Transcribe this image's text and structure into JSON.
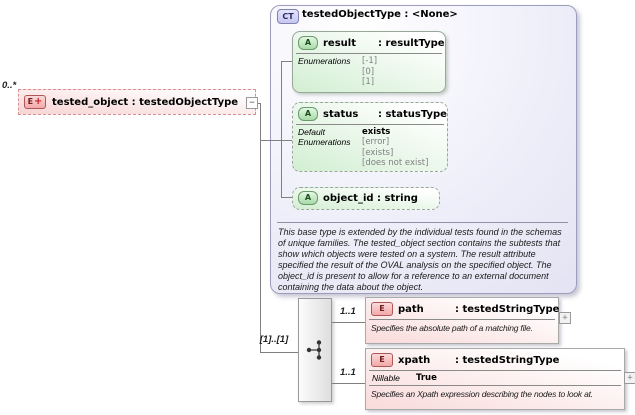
{
  "colors": {
    "element_fill": "#f8d6d6",
    "element_dashed_border": "#d89090",
    "attribute_fill": "#d2eed2",
    "attribute_border": "#98a898",
    "complex_type_fill": "#e9e9f7",
    "complex_type_border": "#9c9cbe",
    "badge_element_bg": "#f2a8a8",
    "badge_attribute_bg": "#a8dba8",
    "badge_complextype_bg": "#c6c6f0",
    "enum_value_text": "#808080",
    "connector_line": "#808080"
  },
  "root": {
    "cardinality": "0..*",
    "badge": "E",
    "badge_plus": "+",
    "label": "tested_object : testedObjectType",
    "collapse_glyph": "−"
  },
  "ct": {
    "badge": "CT",
    "title": "testedObjectType : <None>",
    "attr_result": {
      "badge": "A",
      "name": "result",
      "type": ": resultType",
      "enum_label": "Enumerations",
      "enums": [
        "[-1]",
        "[0]",
        "[1]"
      ]
    },
    "attr_status": {
      "badge": "A",
      "name": "status",
      "type": ": statusType",
      "default_label": "Default",
      "default_value": "exists",
      "enum_label": "Enumerations",
      "enums": [
        "[error]",
        "[exists]",
        "[does not exist]"
      ]
    },
    "attr_object_id": {
      "badge": "A",
      "label": "object_id : string"
    },
    "documentation": "This base type is extended by the individual tests found in the schemas of unique families.  The tested_object section contains the subtests that show which objects were tested on a system. The result attribute specified the result of the OVAL analysis on the specified object. The object_id is present to allow for a reference to an external document containing the data about the object."
  },
  "compositor": {
    "cardinality": "[1]..[1]"
  },
  "path_el": {
    "cardinality": "1..1",
    "badge": "E",
    "name": "path",
    "type": ": testedStringType",
    "doc": "Specifies the absolute path of a matching file.",
    "expander": "+"
  },
  "xpath_el": {
    "cardinality": "1..1",
    "badge": "E",
    "name": "xpath",
    "type": ": testedStringType",
    "nillable_label": "Nillable",
    "nillable_value": "True",
    "doc": "Specifies an Xpath expression describing the nodes to look at.",
    "expander": "+"
  }
}
